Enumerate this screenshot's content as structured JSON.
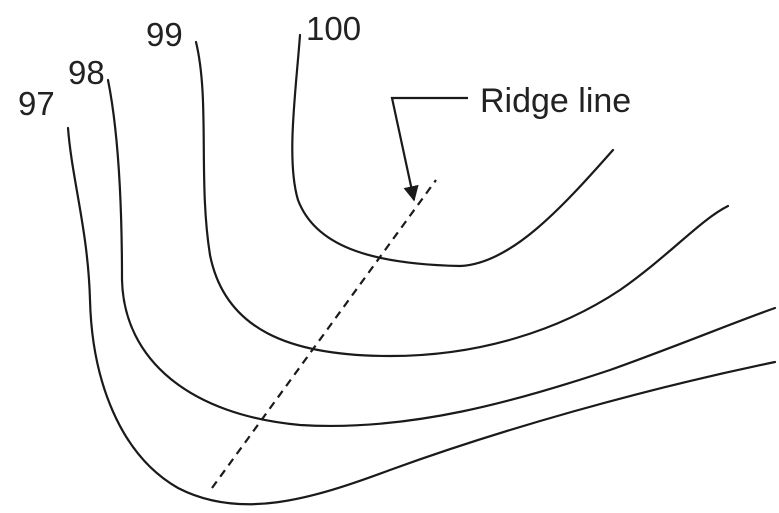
{
  "contours": [
    {
      "elevation": "97"
    },
    {
      "elevation": "98"
    },
    {
      "elevation": "99"
    },
    {
      "elevation": "100"
    }
  ],
  "ridge": {
    "label": "Ridge line"
  }
}
